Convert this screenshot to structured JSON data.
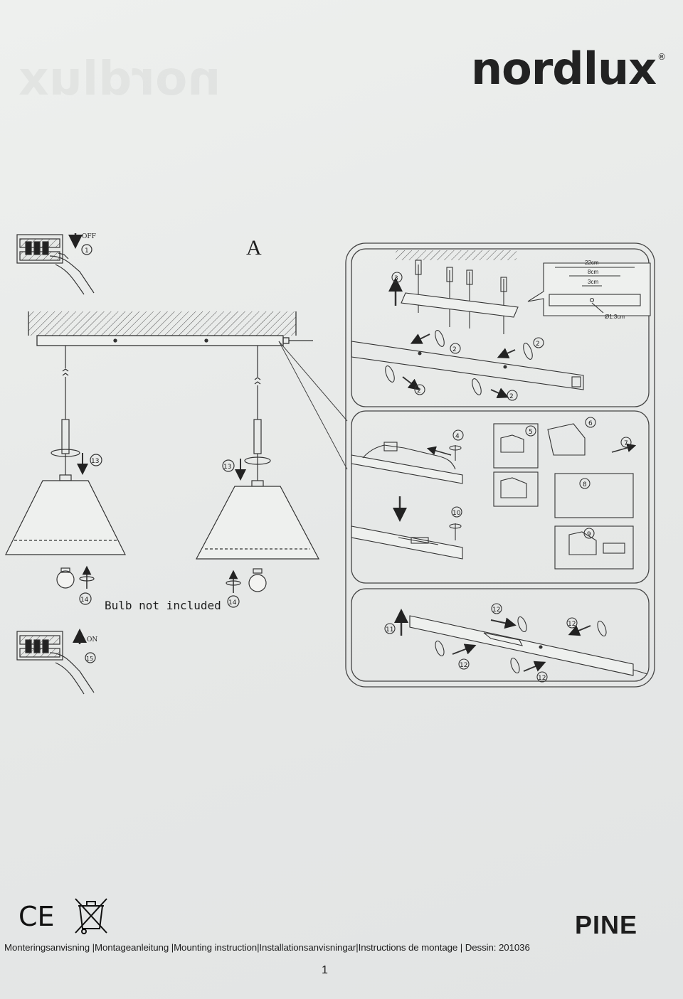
{
  "brand": {
    "name": "nordlux",
    "trademark": "®"
  },
  "figure_label": "A",
  "switch_off": {
    "label": "OFF",
    "step": "1"
  },
  "switch_on": {
    "label": "ON",
    "step": "15"
  },
  "steps": {
    "s2": "2",
    "s3": "3",
    "s4": "4",
    "s5": "5",
    "s6": "6",
    "s7": "7",
    "s8": "8",
    "s9": "9",
    "s10": "10",
    "s11": "11",
    "s12": "12",
    "s13": "13",
    "s14": "14"
  },
  "dimensions": {
    "d1": "22cm",
    "d2": "8cm",
    "d3": "3cm",
    "hole": "Ø1.3cm"
  },
  "bulb_note": "Bulb not included",
  "marks": {
    "ce": "CE"
  },
  "product_name": "PINE",
  "footer": "Monteringsanvisning |Montageanleitung |Mounting instruction|Installationsanvisningar|Instructions de montage | Dessin: 201036",
  "page_number": "1"
}
